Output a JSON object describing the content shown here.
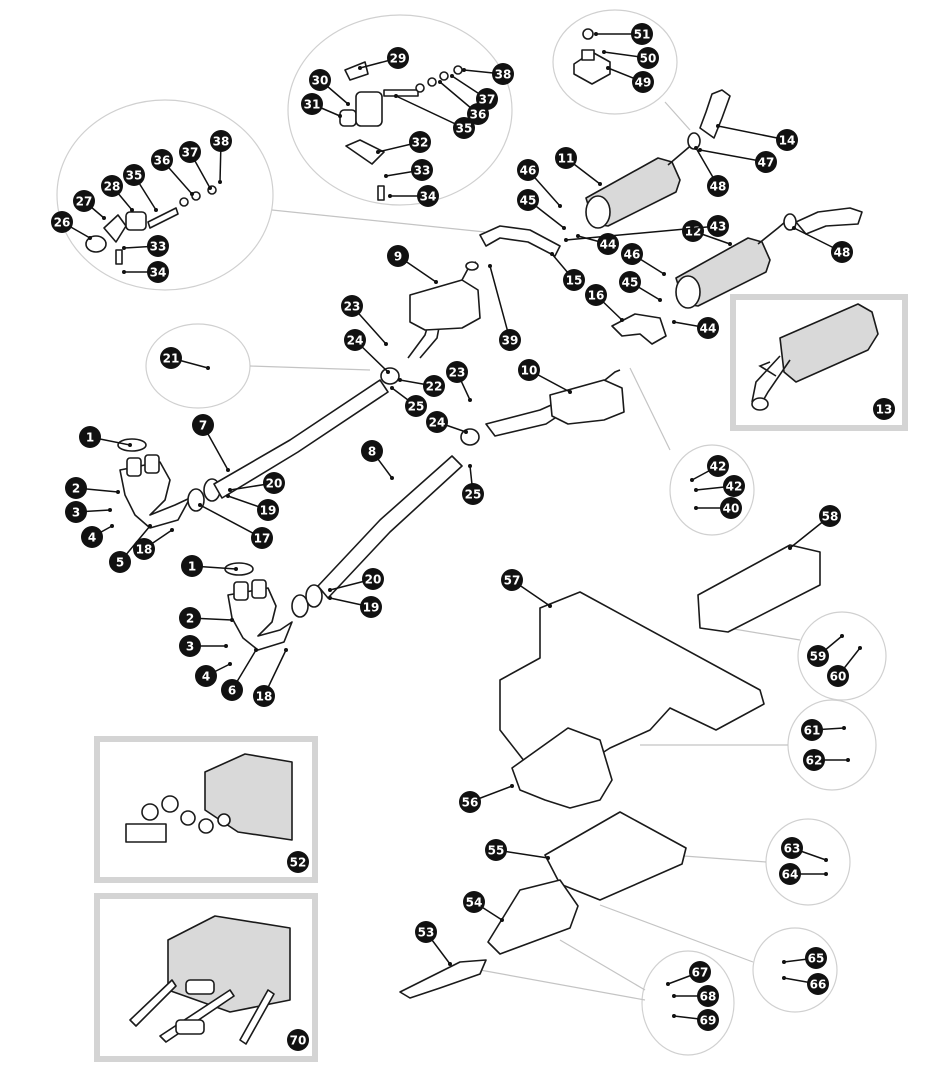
{
  "diagram": {
    "type": "exploded-parts-diagram",
    "callouts": [
      {
        "id": "c1a",
        "label": "1"
      },
      {
        "id": "c1b",
        "label": "1"
      },
      {
        "id": "c2a",
        "label": "2"
      },
      {
        "id": "c2b",
        "label": "2"
      },
      {
        "id": "c3a",
        "label": "3"
      },
      {
        "id": "c3b",
        "label": "3"
      },
      {
        "id": "c4a",
        "label": "4"
      },
      {
        "id": "c4b",
        "label": "4"
      },
      {
        "id": "c5",
        "label": "5"
      },
      {
        "id": "c6",
        "label": "6"
      },
      {
        "id": "c7",
        "label": "7"
      },
      {
        "id": "c8",
        "label": "8"
      },
      {
        "id": "c9",
        "label": "9"
      },
      {
        "id": "c10",
        "label": "10"
      },
      {
        "id": "c11",
        "label": "11"
      },
      {
        "id": "c12",
        "label": "12"
      },
      {
        "id": "c13",
        "label": "13"
      },
      {
        "id": "c14",
        "label": "14"
      },
      {
        "id": "c15",
        "label": "15"
      },
      {
        "id": "c16",
        "label": "16"
      },
      {
        "id": "c17",
        "label": "17"
      },
      {
        "id": "c18a",
        "label": "18"
      },
      {
        "id": "c18b",
        "label": "18"
      },
      {
        "id": "c19a",
        "label": "19"
      },
      {
        "id": "c19b",
        "label": "19"
      },
      {
        "id": "c20a",
        "label": "20"
      },
      {
        "id": "c20b",
        "label": "20"
      },
      {
        "id": "c21",
        "label": "21"
      },
      {
        "id": "c22",
        "label": "22"
      },
      {
        "id": "c23a",
        "label": "23"
      },
      {
        "id": "c23b",
        "label": "23"
      },
      {
        "id": "c24a",
        "label": "24"
      },
      {
        "id": "c24b",
        "label": "24"
      },
      {
        "id": "c25a",
        "label": "25"
      },
      {
        "id": "c25b",
        "label": "25"
      },
      {
        "id": "c26",
        "label": "26"
      },
      {
        "id": "c27",
        "label": "27"
      },
      {
        "id": "c28",
        "label": "28"
      },
      {
        "id": "c29",
        "label": "29"
      },
      {
        "id": "c30",
        "label": "30"
      },
      {
        "id": "c31",
        "label": "31"
      },
      {
        "id": "c32",
        "label": "32"
      },
      {
        "id": "c33a",
        "label": "33"
      },
      {
        "id": "c33b",
        "label": "33"
      },
      {
        "id": "c34a",
        "label": "34"
      },
      {
        "id": "c34b",
        "label": "34"
      },
      {
        "id": "c35a",
        "label": "35"
      },
      {
        "id": "c35b",
        "label": "35"
      },
      {
        "id": "c36a",
        "label": "36"
      },
      {
        "id": "c36b",
        "label": "36"
      },
      {
        "id": "c37a",
        "label": "37"
      },
      {
        "id": "c37b",
        "label": "37"
      },
      {
        "id": "c38a",
        "label": "38"
      },
      {
        "id": "c38b",
        "label": "38"
      },
      {
        "id": "c39",
        "label": "39"
      },
      {
        "id": "c40",
        "label": "40"
      },
      {
        "id": "c42a",
        "label": "42"
      },
      {
        "id": "c42b",
        "label": "42"
      },
      {
        "id": "c43",
        "label": "43"
      },
      {
        "id": "c44a",
        "label": "44"
      },
      {
        "id": "c44b",
        "label": "44"
      },
      {
        "id": "c45a",
        "label": "45"
      },
      {
        "id": "c45b",
        "label": "45"
      },
      {
        "id": "c46a",
        "label": "46"
      },
      {
        "id": "c46b",
        "label": "46"
      },
      {
        "id": "c47",
        "label": "47"
      },
      {
        "id": "c48a",
        "label": "48"
      },
      {
        "id": "c48b",
        "label": "48"
      },
      {
        "id": "c49",
        "label": "49"
      },
      {
        "id": "c50",
        "label": "50"
      },
      {
        "id": "c51",
        "label": "51"
      },
      {
        "id": "c52",
        "label": "52"
      },
      {
        "id": "c53",
        "label": "53"
      },
      {
        "id": "c54",
        "label": "54"
      },
      {
        "id": "c55",
        "label": "55"
      },
      {
        "id": "c56",
        "label": "56"
      },
      {
        "id": "c57",
        "label": "57"
      },
      {
        "id": "c58",
        "label": "58"
      },
      {
        "id": "c59",
        "label": "59"
      },
      {
        "id": "c60",
        "label": "60"
      },
      {
        "id": "c61",
        "label": "61"
      },
      {
        "id": "c62",
        "label": "62"
      },
      {
        "id": "c63",
        "label": "63"
      },
      {
        "id": "c64",
        "label": "64"
      },
      {
        "id": "c65",
        "label": "65"
      },
      {
        "id": "c66",
        "label": "66"
      },
      {
        "id": "c67",
        "label": "67"
      },
      {
        "id": "c68",
        "label": "68"
      },
      {
        "id": "c69",
        "label": "69"
      },
      {
        "id": "c70",
        "label": "70"
      }
    ]
  }
}
